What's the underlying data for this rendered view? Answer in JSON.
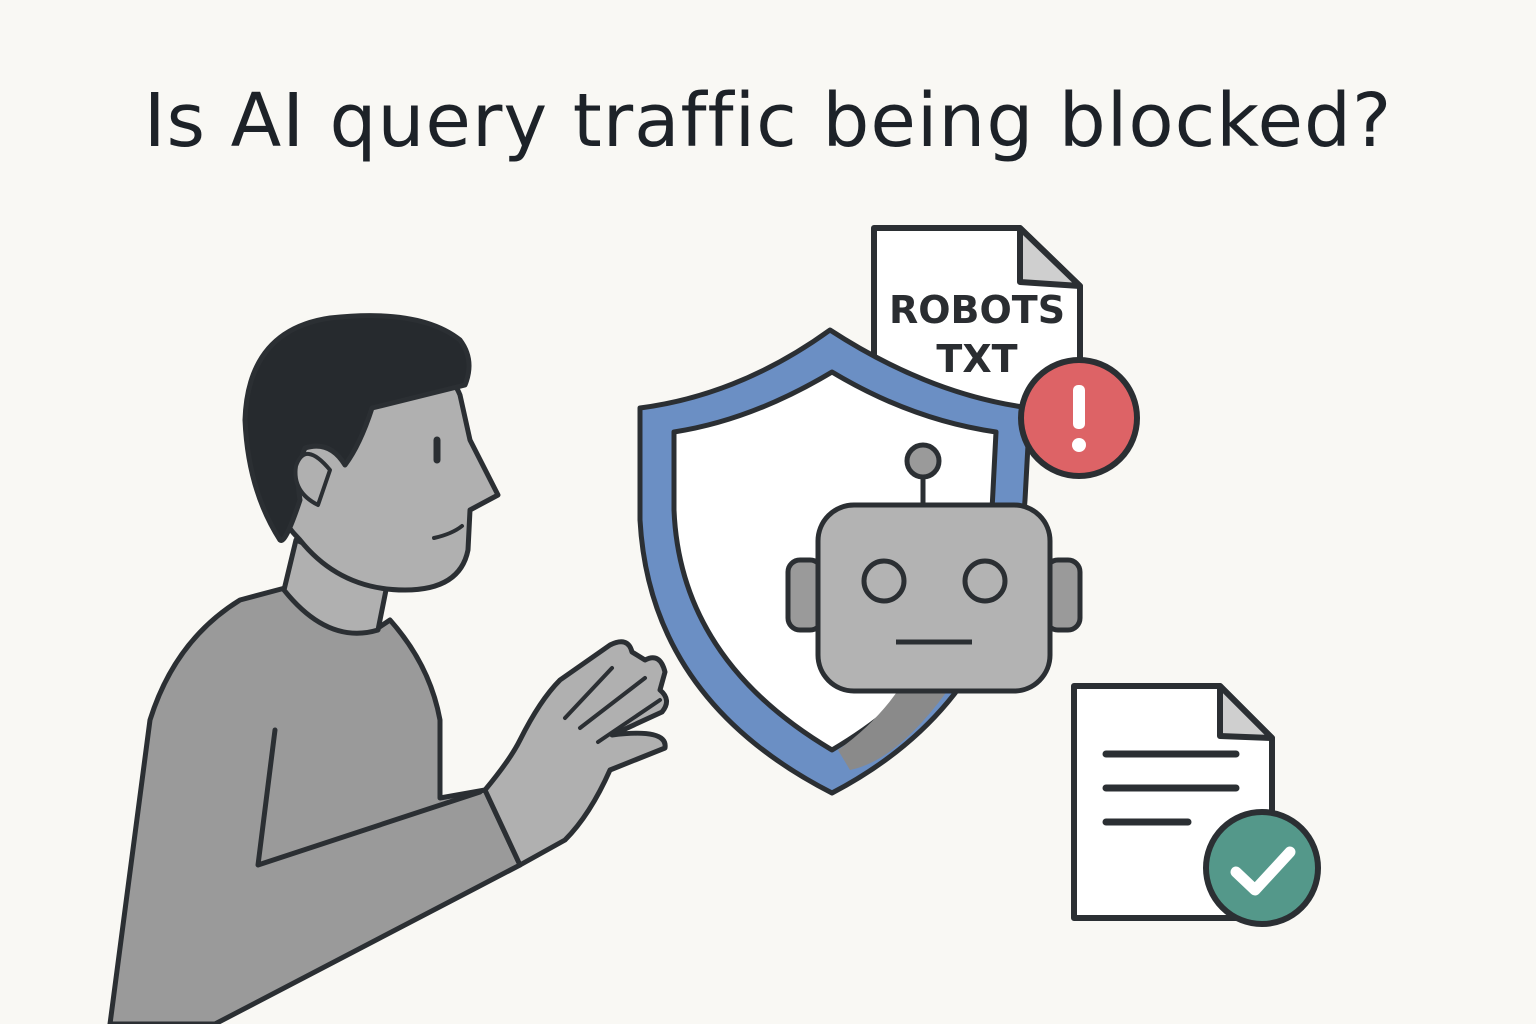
{
  "headline": "Is AI query traffic being blocked?",
  "robots_file": {
    "line1": "ROBOTS",
    "line2": "TXT"
  },
  "icons": {
    "person": "person-reaching-illustration",
    "shield": "shield-icon",
    "robot": "robot-icon",
    "warning": "exclamation-alert-icon",
    "document": "document-icon",
    "check": "checkmark-badge-icon"
  },
  "colors": {
    "background": "#f9f8f4",
    "outline": "#2b2f33",
    "shield_blue": "#6b8fc4",
    "alert_red": "#dd6366",
    "check_green": "#54988a",
    "robot_gray": "#b3b3b3",
    "shirt_gray": "#9a9a9a",
    "hair_dark": "#262a2e"
  }
}
